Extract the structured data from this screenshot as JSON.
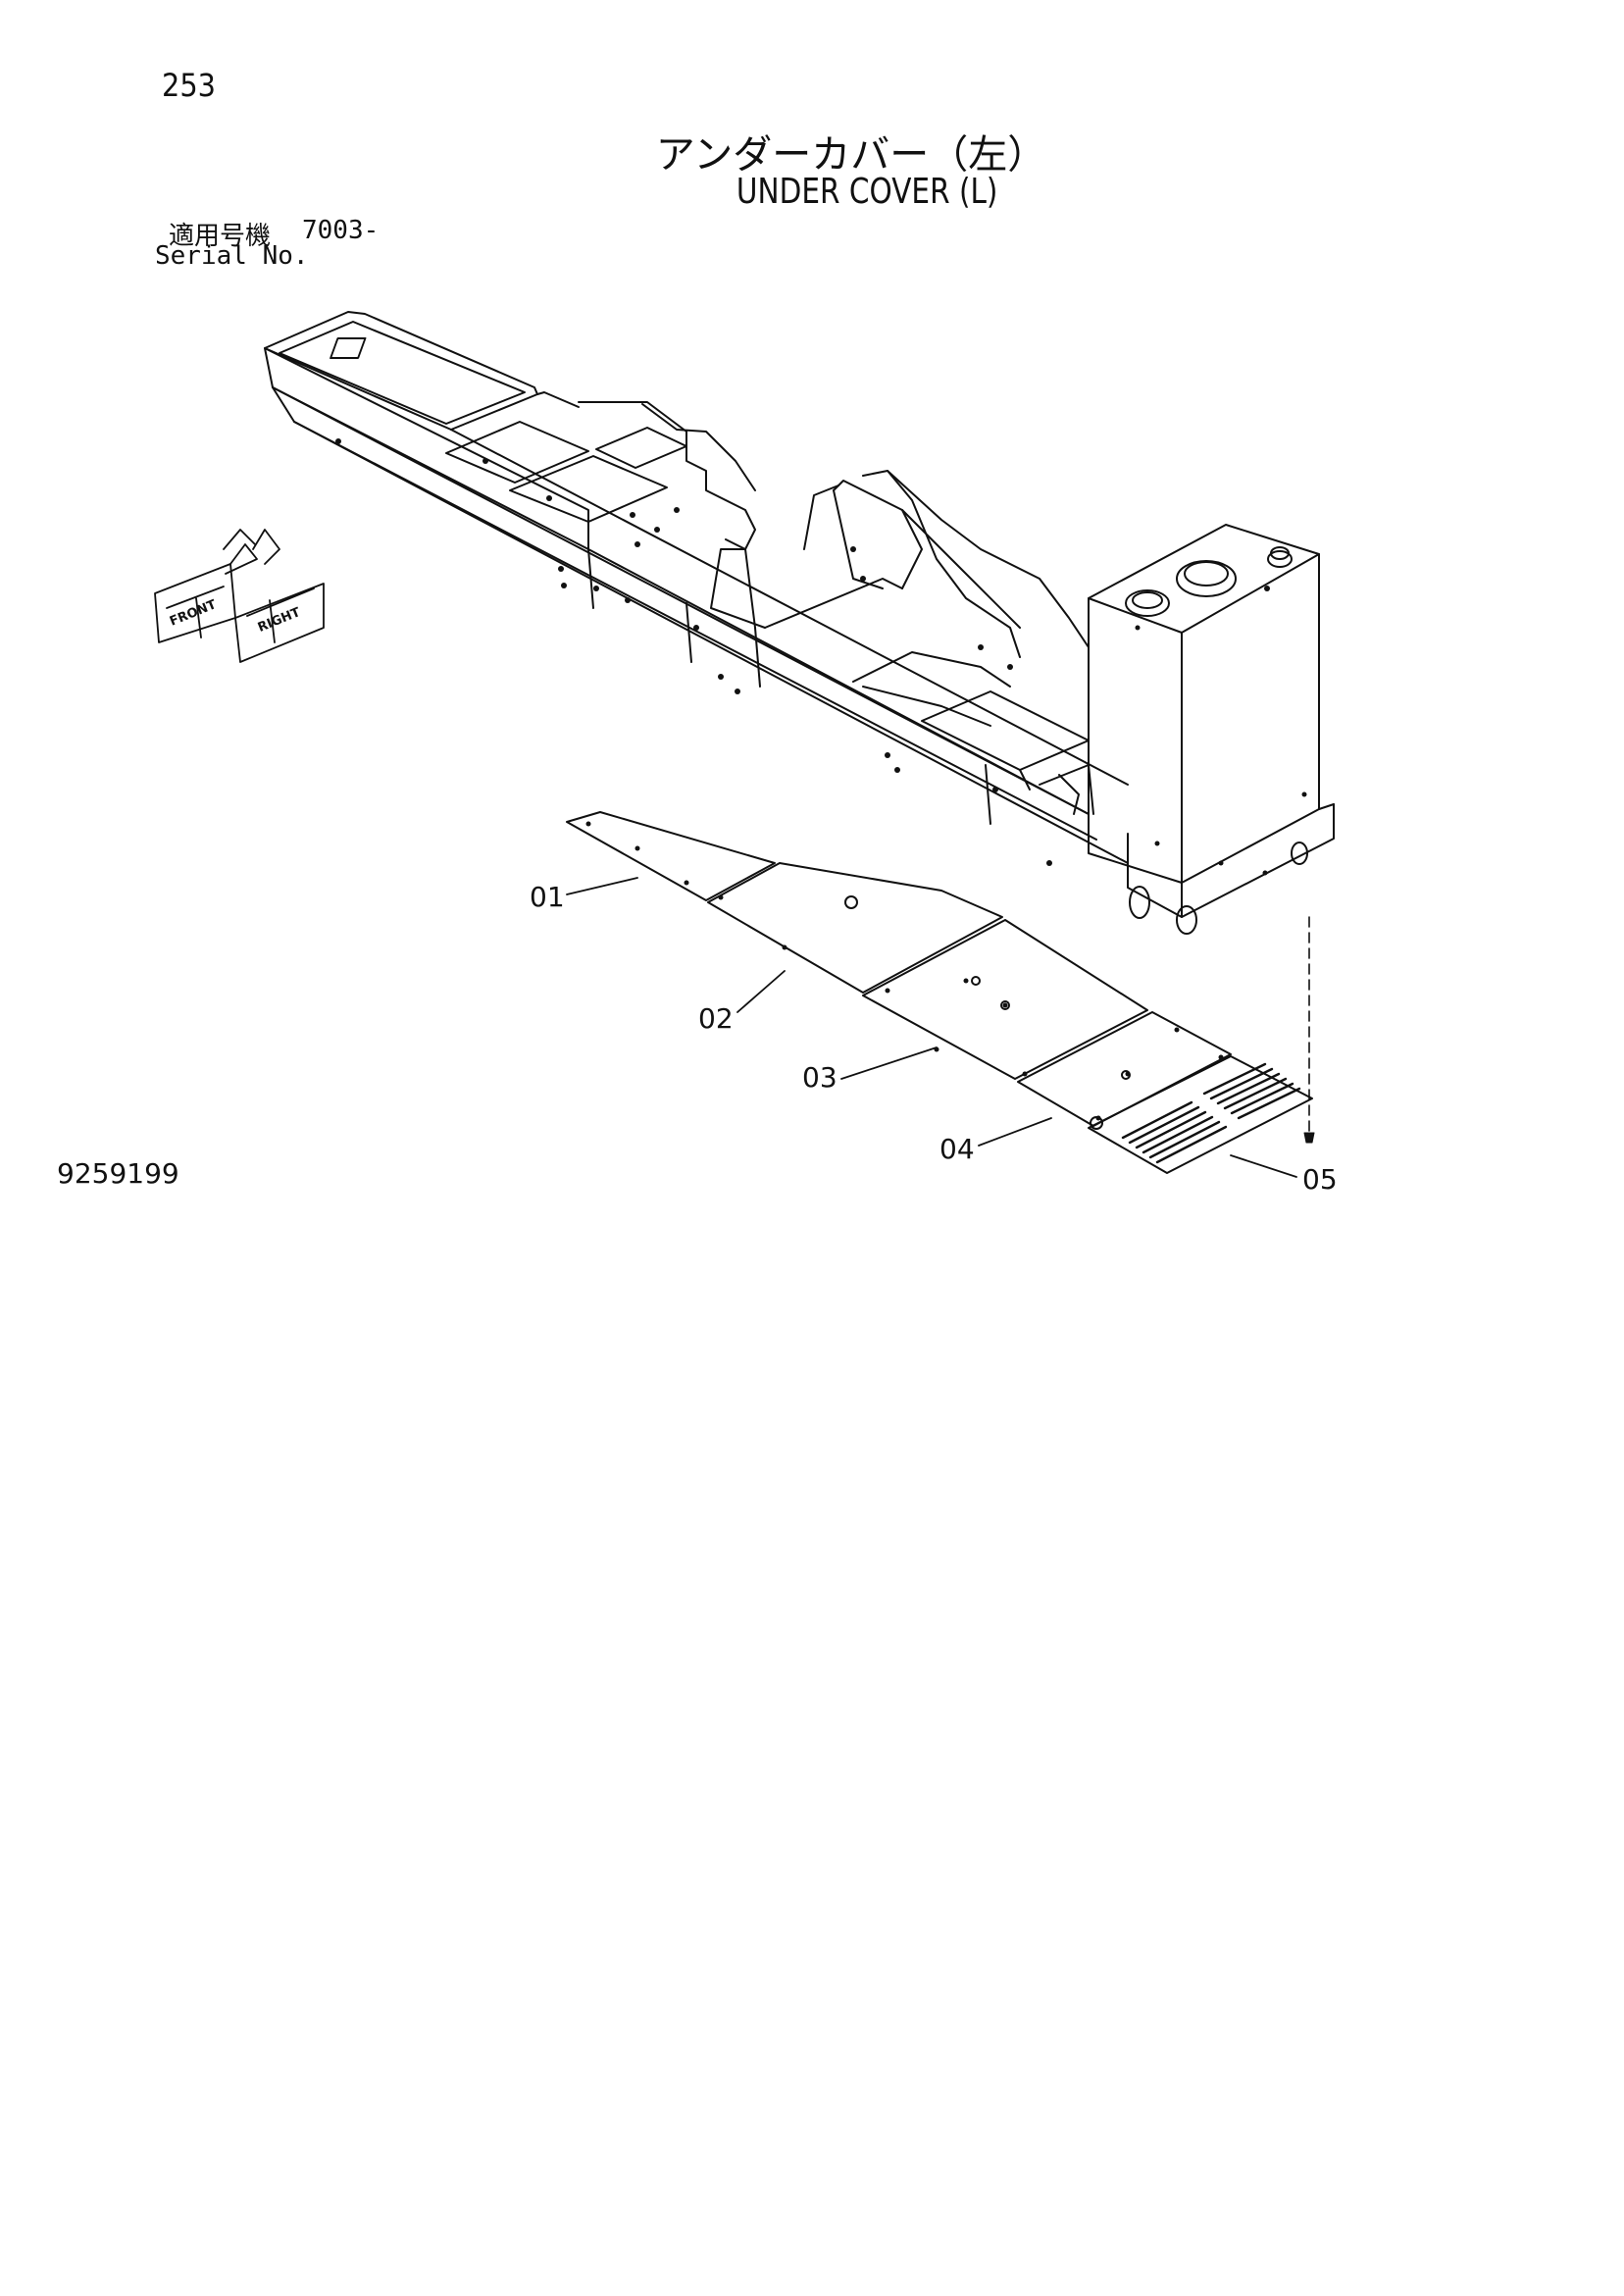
{
  "header": {
    "page_number": "253",
    "title_jp": "アンダーカバー（左）",
    "title_en": "UNDER COVER (L)",
    "serial_label_jp": "適用号機",
    "serial_value": "7003-",
    "serial_label_en": "Serial No."
  },
  "orientation_marker": {
    "front_label": "FRONT",
    "right_label": "RIGHT"
  },
  "callouts": [
    {
      "id": "01",
      "label": "01"
    },
    {
      "id": "02",
      "label": "02"
    },
    {
      "id": "03",
      "label": "03"
    },
    {
      "id": "04",
      "label": "04"
    },
    {
      "id": "05",
      "label": "05"
    }
  ],
  "footer": {
    "drawing_number": "9259199"
  }
}
